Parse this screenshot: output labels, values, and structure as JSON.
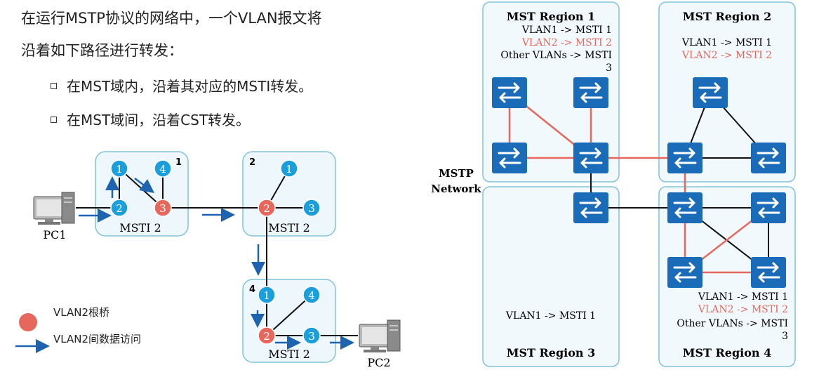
{
  "intro": {
    "line1": "在运行MSTP协议的网络中，一个VLAN报文将",
    "line2": "沿着如下路径进行转发：",
    "bullets": [
      "在MST域内，沿着其对应的MSTI转发。",
      "在MST域间，沿着CST转发。"
    ]
  },
  "left": {
    "box_numbers": [
      "1",
      "2",
      "4"
    ],
    "box_labels": [
      "MSTI 2",
      "MSTI 2",
      "MSTI 2"
    ],
    "nodes_box1": [
      "1",
      "4",
      "2",
      "3"
    ],
    "nodes_box2": [
      "1",
      "2",
      "3"
    ],
    "nodes_box3": [
      "1",
      "4",
      "2",
      "3"
    ],
    "pc1": "PC1",
    "pc2": "PC2",
    "legend_root": "VLAN2根桥",
    "legend_path": "VLAN2间数据访问"
  },
  "right": {
    "network_label": [
      "MSTP",
      "Network"
    ],
    "region1": {
      "title": "MST Region 1",
      "m1": "VLAN1 -> MSTI 1",
      "m2": "VLAN2 -> MSTI 2",
      "m3": "Other VLANs -> MSTI",
      "m3b": "3"
    },
    "region2": {
      "title": "MST Region 2",
      "m1": "VLAN1 -> MSTI 1",
      "m2": "VLAN2 -> MSTI 2"
    },
    "region3": {
      "title": "MST Region 3",
      "m1": "VLAN1 -> MSTI 1"
    },
    "region4": {
      "title": "MST Region 4",
      "m1": "VLAN1 -> MSTI 1",
      "m2": "VLAN2 -> MSTI 2",
      "m3": "Other VLANs -> MSTI",
      "m3b": "3"
    }
  },
  "colors": {
    "node_blue": "#1a9fdc",
    "root_red": "#e8675c",
    "arrow_blue": "#1e63b0",
    "switch_blue": "#1a6cb8",
    "region_border": "#7fc3dc",
    "region_fill": "#f2f9fc",
    "red_link": "#e8675c"
  }
}
